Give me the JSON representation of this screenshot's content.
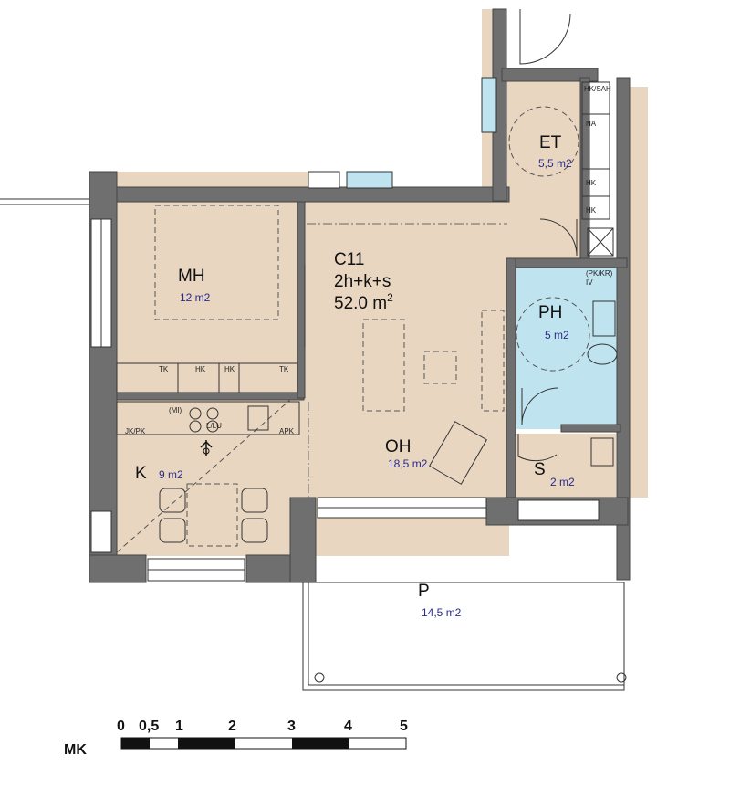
{
  "apartment": {
    "code": "C11",
    "type": "2h+k+s",
    "area_value": "52.0 m",
    "area_sup": "2"
  },
  "rooms": {
    "mh": {
      "label": "MH",
      "area": "12 m2"
    },
    "oh": {
      "label": "OH",
      "area": "18,5 m2"
    },
    "k": {
      "label": "K",
      "area": "9 m2"
    },
    "et": {
      "label": "ET",
      "area": "5,5 m2"
    },
    "ph": {
      "label": "PH",
      "area": "5 m2"
    },
    "s": {
      "label": "S",
      "area": "2 m2"
    },
    "p": {
      "label": "P",
      "area": "14,5 m2"
    }
  },
  "fixtures": {
    "tk_1": "TK",
    "hk_1": "HK",
    "hk_2": "HK",
    "tk_2": "TK",
    "mi": "(MI)",
    "jkpk": "JK/PK",
    "apk": "APK",
    "llu": "L/LU",
    "hksah": "HK/SAH",
    "na": "NA",
    "hk_et_1": "HK",
    "hk_et_2": "HK",
    "pkkr": "(PK/KR)",
    "iv": "IV"
  },
  "scale_bar": {
    "label": "MK",
    "ticks": [
      "0",
      "0,5",
      "1",
      "2",
      "3",
      "4",
      "5"
    ]
  },
  "colors": {
    "wall": "#6f6f6f",
    "floor_wood": "#e8d6c1",
    "floor_wet": "#bfe3ef",
    "area_text": "#2a2a8a"
  }
}
